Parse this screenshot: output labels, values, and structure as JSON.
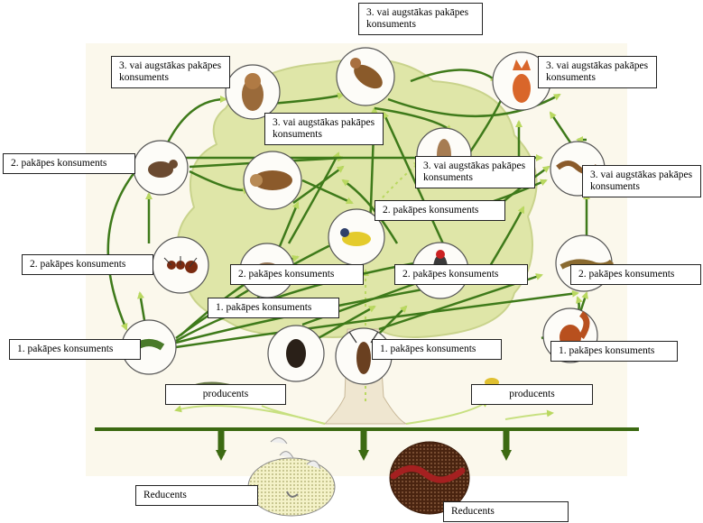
{
  "labels": {
    "top_consumer": "3. vai augstākas pakāpes konsuments",
    "owl": "3. vai augstākas pakāpes konsuments",
    "fox": "3. vai augstākas pakāpes konsuments",
    "marten": "3. vai augstākas pakāpes konsuments",
    "weasel": "3. vai augstākas pakāpes konsuments",
    "snake": "3. vai augstākas pakāpes konsuments",
    "shrew": "2. pakāpes konsuments",
    "ant": "2. pakāpes konsuments",
    "tit": "2. pakāpes konsuments",
    "bird_center": "2. pakāpes konsuments",
    "woodpecker": "2. pakāpes konsuments",
    "lizard": "2. pakāpes konsuments",
    "center_primary": "1. pakāpes konsuments",
    "caterpillar": "1. pakāpes konsuments",
    "beetle": "1. pakāpes konsuments",
    "squirrel": "1. pakāpes konsuments",
    "producer_left": "producents",
    "producer_right": "producents",
    "reducer_left": "Reducents",
    "reducer_right": "Reducents"
  },
  "icons": [
    "owl-icon",
    "hawk-icon",
    "fox-icon",
    "marten-icon",
    "snake-icon",
    "shrew-icon",
    "ant-icon",
    "tit-icon",
    "bird-icon",
    "woodpecker-icon",
    "lizard-icon",
    "caterpillar-icon",
    "beetle-icon",
    "longhorn-beetle-icon",
    "squirrel-icon",
    "fungus-icon",
    "earthworm-icon",
    "tree-icon"
  ],
  "colors": {
    "arrow": "#3e7a1a",
    "tree": "#dfe6a8",
    "ground": "#3c6a12",
    "dashed": "#b9d860"
  }
}
